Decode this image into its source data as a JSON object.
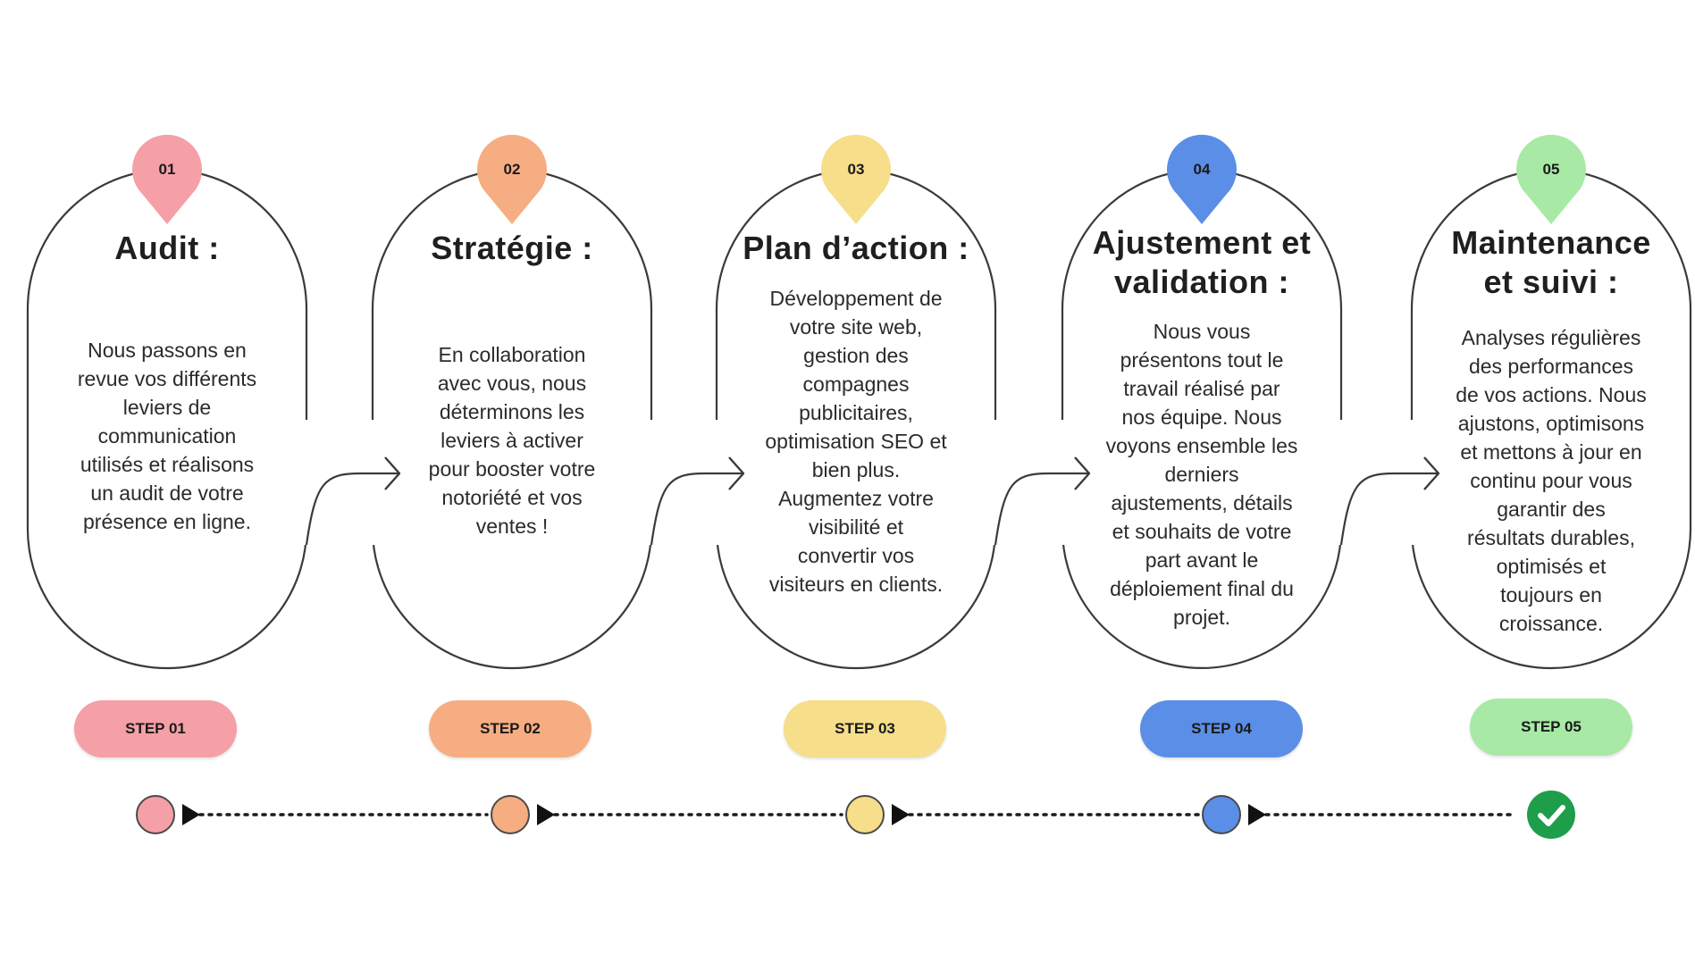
{
  "steps": [
    {
      "num": "01",
      "title": [
        "Audit :"
      ],
      "description": [
        "Nous passons en",
        "revue vos différents",
        "leviers de",
        "communication",
        "utilisés et réalisons",
        "un audit de votre",
        "présence en ligne."
      ],
      "badge": "STEP 01",
      "color": "#f4a0a6"
    },
    {
      "num": "02",
      "title": [
        "Stratégie :"
      ],
      "description": [
        "En collaboration",
        "avec vous, nous",
        "déterminons les",
        "leviers à activer",
        "pour booster votre",
        "notoriété et vos",
        "ventes !"
      ],
      "badge": "STEP 02",
      "color": "#f6ad82"
    },
    {
      "num": "03",
      "title": [
        "Plan d’action :"
      ],
      "description": [
        "Développement de",
        "votre site web,",
        "gestion des",
        "compagnes",
        "publicitaires,",
        "optimisation SEO et",
        "bien plus.",
        "Augmentez votre",
        "visibilité et",
        "convertir vos",
        "visiteurs en clients."
      ],
      "badge": "STEP 03",
      "color": "#f6de8a"
    },
    {
      "num": "04",
      "title": [
        "Ajustement et",
        "validation :"
      ],
      "description": [
        "Nous vous",
        "présentons tout le",
        "travail réalisé par",
        "nos équipe. Nous",
        "voyons ensemble les",
        "derniers",
        "ajustements, détails",
        "et souhaits de votre",
        "part avant le",
        "déploiement final du",
        "projet."
      ],
      "badge": "STEP 04",
      "color": "#5b8ee6"
    },
    {
      "num": "05",
      "title": [
        "Maintenance",
        "et suivi :"
      ],
      "description": [
        "Analyses régulières",
        "des performances",
        "de vos actions. Nous",
        "ajustons, optimisons",
        "et mettons à jour en",
        "continu pour vous",
        "garantir des",
        "résultats durables,",
        "optimisés et",
        "toujours en",
        "croissance."
      ],
      "badge": "STEP 05",
      "color": "#a8e9a6"
    }
  ],
  "colors": {
    "outline": "#3a3a3a",
    "dotted_line": "#1a1a1a",
    "check": "#1e9e4a"
  },
  "icons": {
    "final": "check-icon",
    "marker": "map-pin-icon",
    "timeline_arrow": "play-arrow-icon"
  }
}
